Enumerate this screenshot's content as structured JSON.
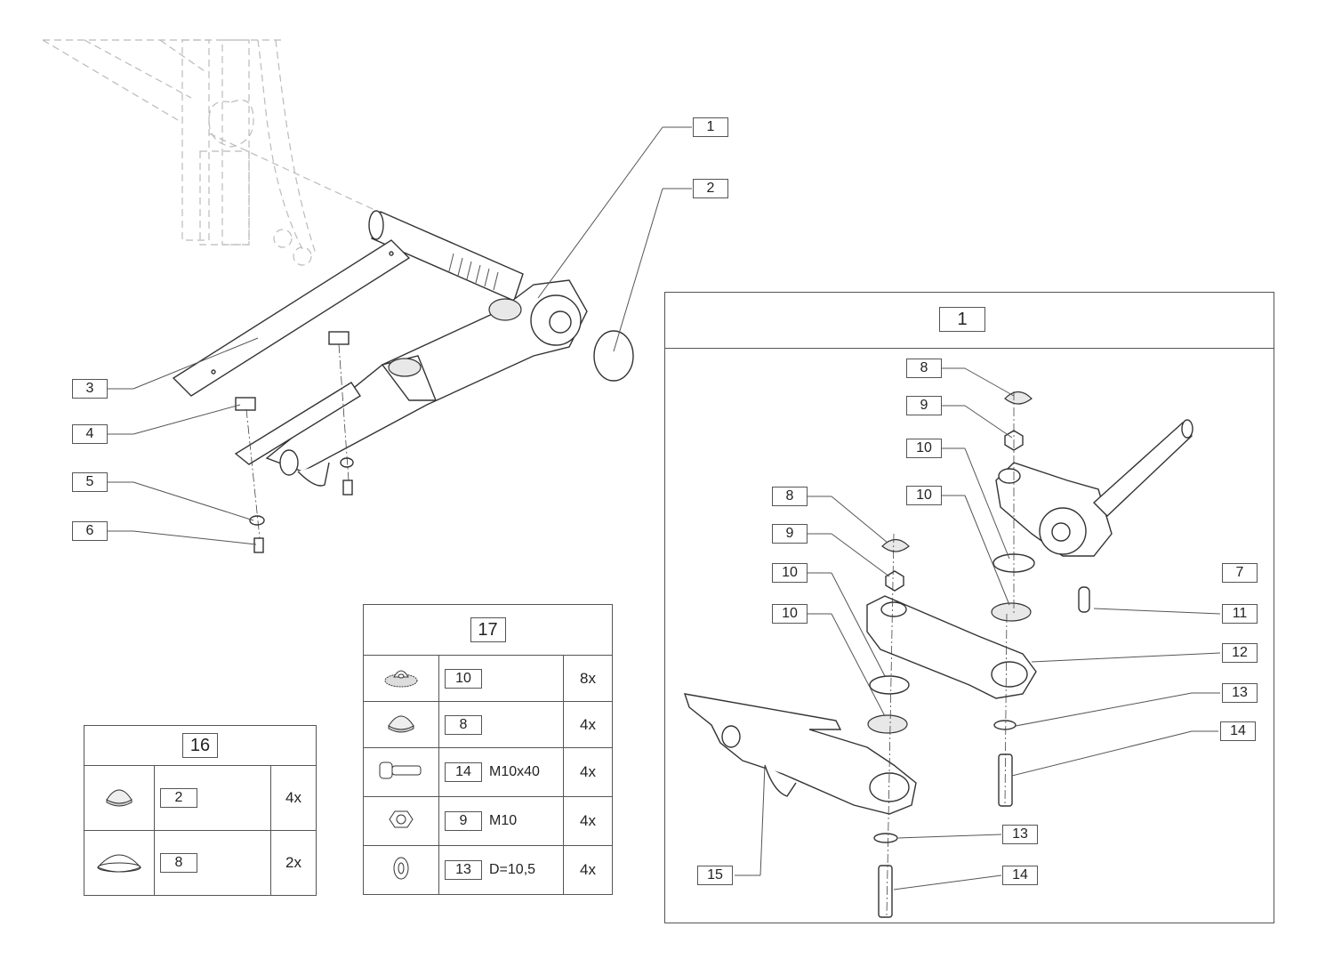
{
  "main_labels": [
    "1",
    "2",
    "3",
    "4",
    "5",
    "6"
  ],
  "detail": {
    "title": "1",
    "labels_left": [
      "8",
      "9",
      "10",
      "10",
      "8",
      "9",
      "10",
      "10",
      "15"
    ],
    "labels_right": [
      "7",
      "11",
      "12",
      "13",
      "14",
      "13",
      "14"
    ]
  },
  "table16": {
    "title": "16",
    "rows": [
      {
        "icon": "cap-icon",
        "ref": "2",
        "spec": "",
        "qty": "4x"
      },
      {
        "icon": "dome-cover-icon",
        "ref": "8",
        "spec": "",
        "qty": "2x"
      }
    ]
  },
  "table17": {
    "title": "17",
    "rows": [
      {
        "icon": "serrated-washer-icon",
        "ref": "10",
        "spec": "",
        "qty": "8x"
      },
      {
        "icon": "cap-icon",
        "ref": "8",
        "spec": "",
        "qty": "4x"
      },
      {
        "icon": "bolt-icon",
        "ref": "14",
        "spec": "M10x40",
        "qty": "4x"
      },
      {
        "icon": "nut-icon",
        "ref": "9",
        "spec": "M10",
        "qty": "4x"
      },
      {
        "icon": "washer-icon",
        "ref": "13",
        "spec": "D=10,5",
        "qty": "4x"
      }
    ]
  },
  "colors": {
    "line": "#333333",
    "ghost": "#bbbbbb",
    "fill": "#ffffff"
  }
}
